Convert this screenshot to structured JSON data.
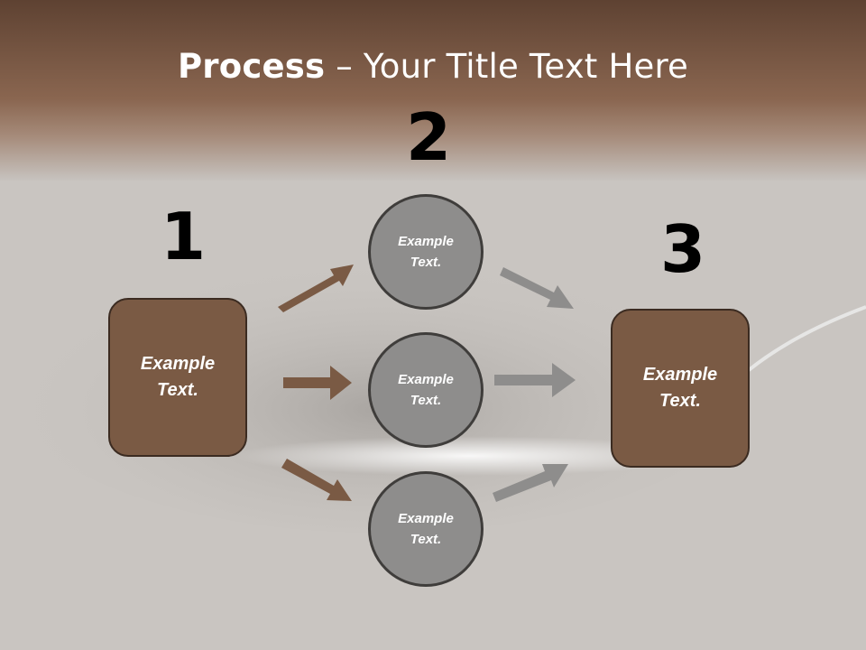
{
  "title": {
    "bold": "Process",
    "rest": " – Your Title Text Here"
  },
  "steps": {
    "n1": "1",
    "n2": "2",
    "n3": "3"
  },
  "boxes": {
    "left": "Example Text.",
    "right": "Example Text."
  },
  "circles": [
    {
      "label": "Example Text."
    },
    {
      "label": "Example Text."
    },
    {
      "label": "Example Text."
    }
  ],
  "colors": {
    "header_brown": "#6a4a37",
    "box_fill": "#7a5a44",
    "circle_fill": "#8e8d8c",
    "arrow_brown": "#7a5a44",
    "arrow_gray": "#8e8d8c"
  }
}
